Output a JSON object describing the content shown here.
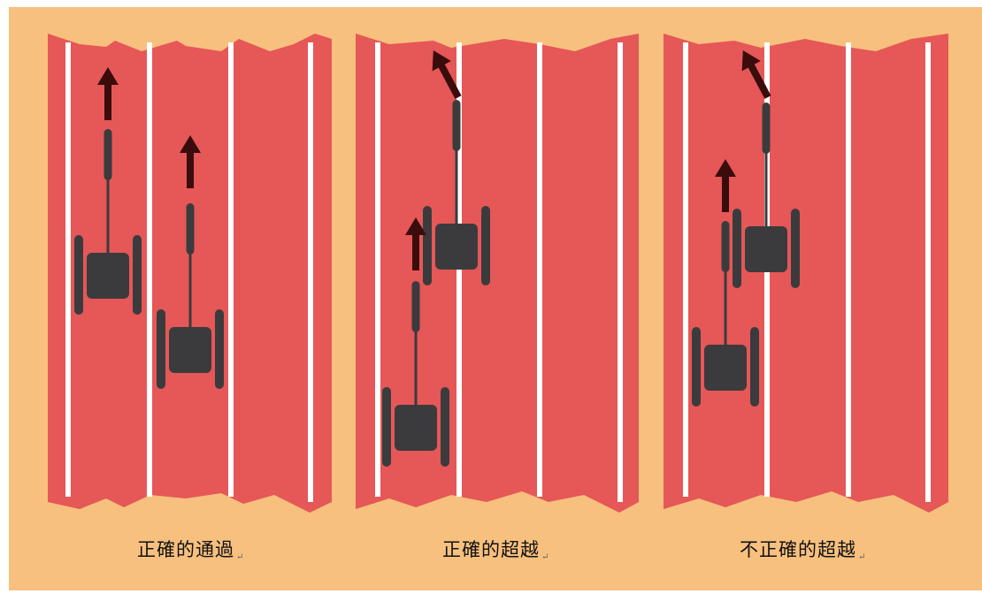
{
  "colors": {
    "background": "#f7c07e",
    "track": "#e65757",
    "lane_line": "#ffffff",
    "robot": "#3b3b3d",
    "arrow": "#3a0c0c"
  },
  "panels": [
    {
      "caption": "正確的通過",
      "mark": "↵"
    },
    {
      "caption": "正確的超越",
      "mark": "↵"
    },
    {
      "caption": "不正確的超越",
      "mark": "↵"
    }
  ]
}
